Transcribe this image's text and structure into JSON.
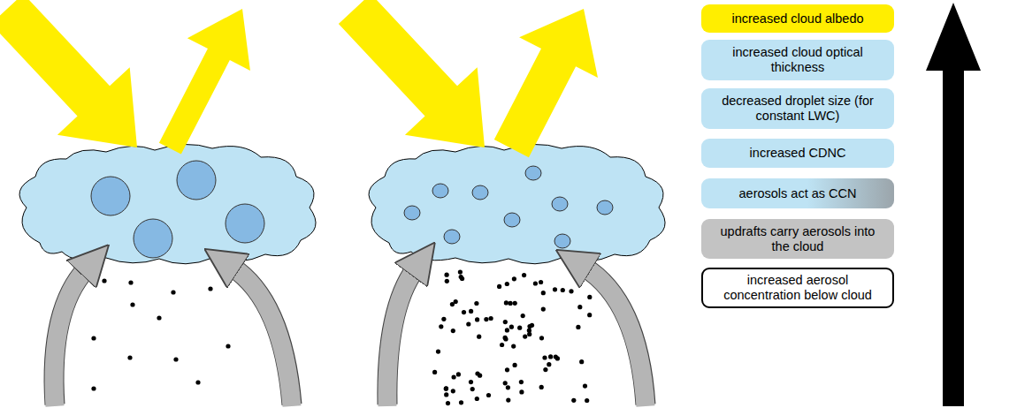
{
  "diagram": {
    "nodes": [
      {
        "text": [
          "increased cloud albedo"
        ]
      },
      {
        "text": [
          "increased cloud optical thickness"
        ]
      },
      {
        "text": [
          "decreased droplet size (for constant LWC)"
        ]
      },
      {
        "text": [
          "increased CDNC"
        ]
      },
      {
        "text": [
          "aerosols act as CCN"
        ]
      },
      {
        "text": [
          "updrafts carry aerosols into the cloud"
        ]
      },
      {
        "text": [
          "increased aerosol concentration below cloud"
        ]
      }
    ]
  }
}
